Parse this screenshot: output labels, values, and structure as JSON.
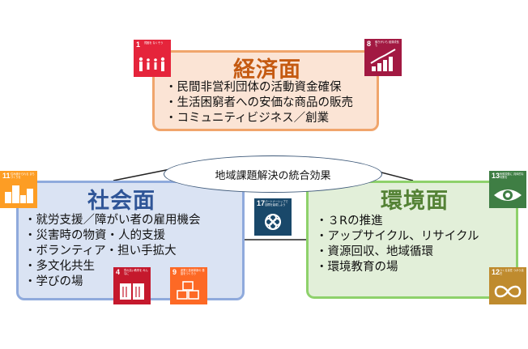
{
  "economic": {
    "title": "経済面",
    "items": [
      "・民間非営利団体の活動資金確保",
      "・生活困窮者への安価な商品の販売",
      "・コミュニティビジネス／創業"
    ]
  },
  "social": {
    "title": "社会面",
    "items": [
      "・就労支援／障がい者の雇用機会",
      "・災害時の物資・人的支援",
      "・ボランティア・担い手拡大",
      "・多文化共生",
      "・学びの場"
    ]
  },
  "environment": {
    "title": "環境面",
    "items": [
      "・３Rの推進",
      "・アップサイクル、リサイクル",
      "・資源回収、地域循環",
      "・環境教育の場"
    ]
  },
  "center": {
    "label": "地域課題解決の統合効果"
  },
  "sdgs": [
    {
      "num": "1",
      "caption": "貧困を なくそう",
      "color": "#e5243b",
      "icon": "people-icon"
    },
    {
      "num": "8",
      "caption": "働きがいも 経済成長も",
      "color": "#a21942",
      "icon": "growth-chart-icon"
    },
    {
      "num": "11",
      "caption": "住み続けられる まちづくりを",
      "color": "#fd9d24",
      "icon": "city-icon"
    },
    {
      "num": "17",
      "caption": "パートナーシップで 目標を達成しよう",
      "color": "#19486a",
      "icon": "partnership-ring-icon"
    },
    {
      "num": "4",
      "caption": "質の高い教育を みんなに",
      "color": "#c5192d",
      "icon": "book-icon"
    },
    {
      "num": "9",
      "caption": "産業と技術革新の 基盤をつくろう",
      "color": "#fd6925",
      "icon": "cubes-icon"
    },
    {
      "num": "13",
      "caption": "気候変動に 具体的な対策を",
      "color": "#3f7e44",
      "icon": "eye-globe-icon"
    },
    {
      "num": "12",
      "caption": "つくる責任 つかう責任",
      "color": "#bf8b2e",
      "icon": "infinity-icon"
    }
  ]
}
